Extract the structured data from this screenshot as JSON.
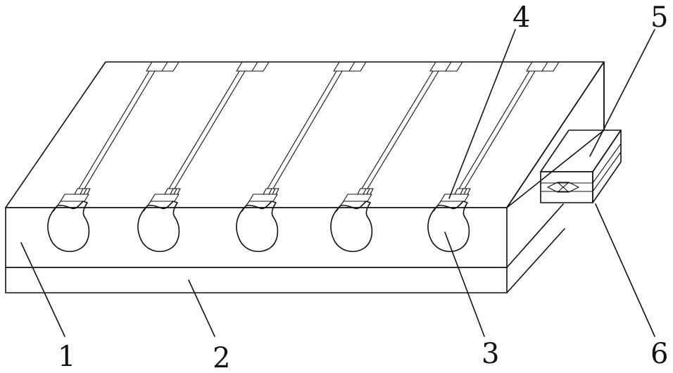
{
  "labels": [
    {
      "id": "part-1",
      "text": "1"
    },
    {
      "id": "part-2",
      "text": "2"
    },
    {
      "id": "part-3",
      "text": "3"
    },
    {
      "id": "part-4",
      "text": "4"
    },
    {
      "id": "part-5",
      "text": "5"
    },
    {
      "id": "part-6",
      "text": "6"
    }
  ]
}
